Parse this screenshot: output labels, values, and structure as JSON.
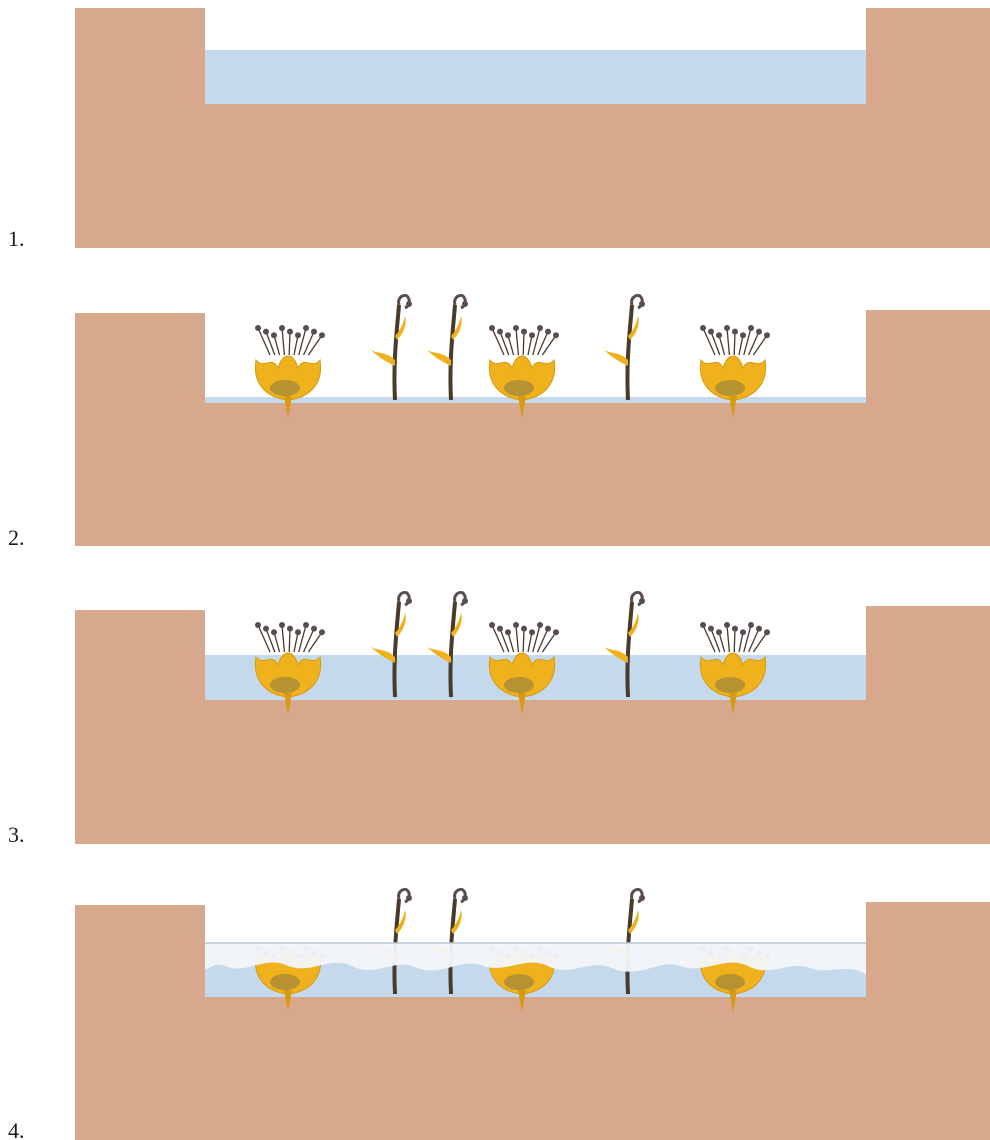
{
  "panels": [
    {
      "label": "1.",
      "water": "deep",
      "plants": "none"
    },
    {
      "label": "2.",
      "water": "trace",
      "plants": "growing"
    },
    {
      "label": "3.",
      "water": "shallow",
      "plants": "partially-submerged"
    },
    {
      "label": "4.",
      "water": "frozen",
      "plants": "encased-in-ice"
    }
  ],
  "colors": {
    "soil": "#d7a88b",
    "water": "#c4d9ec",
    "ice": "#f3f7fb",
    "plant_yellow": "#f0b21c",
    "plant_dark": "#4a3a2a",
    "seed_head": "#5b4b57"
  }
}
